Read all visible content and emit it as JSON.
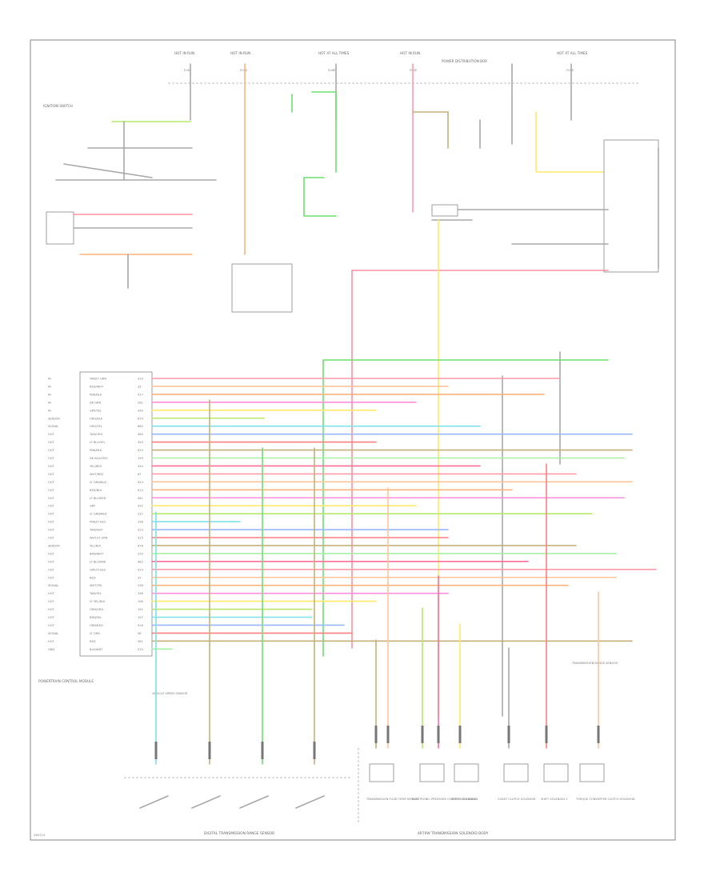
{
  "ecm": {
    "pins": [
      {
        "label": "IN",
        "wire": "TAN/LT GRN",
        "code": "229"
      },
      {
        "label": "IN",
        "wire": "RED/WHT",
        "code": "33"
      },
      {
        "label": "IN",
        "wire": "PNK/BLU",
        "code": "917"
      },
      {
        "label": "IN",
        "wire": "DK GRN",
        "code": "261"
      },
      {
        "label": "IN",
        "wire": "GRY/YEL",
        "code": "349"
      },
      {
        "label": "SENSOR",
        "wire": "ORG/BLK",
        "code": "674"
      },
      {
        "label": "SIGNAL",
        "wire": "ORG/YEL",
        "code": "680"
      },
      {
        "label": "OUT",
        "wire": "TAN/ORG",
        "code": "480"
      },
      {
        "label": "OUT",
        "wire": "LT BLU/YEL",
        "code": "393"
      },
      {
        "label": "OUT",
        "wire": "PNK/BLK",
        "code": "923"
      },
      {
        "label": "OUT",
        "wire": "DK BLU/ORG",
        "code": "199"
      },
      {
        "label": "OUT",
        "wire": "YEL/RED",
        "code": "354"
      },
      {
        "label": "OUT",
        "wire": "WHT/RED",
        "code": "67"
      },
      {
        "label": "OUT",
        "wire": "LT GRN/BLK",
        "code": "924"
      },
      {
        "label": "OUT",
        "wire": "RED/BLK",
        "code": "913"
      },
      {
        "label": "OUT",
        "wire": "LT BLU/RED",
        "code": "361"
      },
      {
        "label": "OUT",
        "wire": "GRY",
        "code": "392"
      },
      {
        "label": "OUT",
        "wire": "LT GRN/RED",
        "code": "237"
      },
      {
        "label": "OUT",
        "wire": "PNK/LT BLU",
        "code": "298"
      },
      {
        "label": "OUT",
        "wire": "TAN/WHT",
        "code": "313"
      },
      {
        "label": "OUT",
        "wire": "WHT/LT GRN",
        "code": "315"
      },
      {
        "label": "SENSOR",
        "wire": "YEL/BLK",
        "code": "676"
      },
      {
        "label": "OUT",
        "wire": "BRN/WHT",
        "code": "259"
      },
      {
        "label": "OUT",
        "wire": "LT BLU/PNK",
        "code": "482"
      },
      {
        "label": "OUT",
        "wire": "GRY/LT BLU",
        "code": "924"
      },
      {
        "label": "OUT",
        "wire": "RED",
        "code": "37"
      },
      {
        "label": "SIGNAL",
        "wire": "WHT/YEL",
        "code": "238"
      },
      {
        "label": "OUT",
        "wire": "TAN/YEL",
        "code": "338"
      },
      {
        "label": "OUT",
        "wire": "LT YEL/BLK",
        "code": "196"
      },
      {
        "label": "OUT",
        "wire": "GRN/ORG",
        "code": "192"
      },
      {
        "label": "OUT",
        "wire": "BRN/YEL",
        "code": "197"
      },
      {
        "label": "OUT",
        "wire": "GRN/RED",
        "code": "916"
      },
      {
        "label": "SIGNAL",
        "wire": "LT GRN",
        "code": "36"
      },
      {
        "label": "OUT",
        "wire": "RED",
        "code": "361"
      },
      {
        "label": "GND",
        "wire": "BLK/WHT",
        "code": "570"
      }
    ]
  },
  "labels": {
    "hot_run_a": "HOT IN RUN",
    "fuse_a": "FUSE",
    "hot_run_b": "HOT IN RUN",
    "fuse_b": "FUSE",
    "hot_at_all_times": "HOT AT ALL TIMES",
    "fuse_c": "FUSE",
    "hot_run_c": "HOT IN RUN",
    "fuse_d": "FUSE",
    "hot_at_all_times_b": "HOT AT ALL TIMES",
    "fuse_e": "FUSE",
    "power_dist_box": "POWER DISTRIBUTION BOX",
    "ignition_switch": "IGNITION SWITCH",
    "powertrain_module": "POWERTRAIN CONTROL MODULE",
    "trans_range_sensor": "TRANSMISSION RANGE SENSOR",
    "vss": "VEHICLE SPEED SENSOR",
    "tcc_solenoid": "TORQUE CONVERTER CLUTCH SOLENOID",
    "shift_solenoid_1": "SHIFT SOLENOID 1",
    "shift_solenoid_2": "SHIFT SOLENOID 2",
    "epc_solenoid": "ELECTRONIC PRESSURE CONTROL SOLENOID",
    "coast_clutch_solenoid": "COAST CLUTCH SOLENOID",
    "trans_fluid_temp": "TRANSMISSION FLUID TEMP SENSOR",
    "bottom_left_caption": "DIGITAL TRANSMISSION RANGE SENSOR",
    "bottom_right_caption": "4R70W TRANSMISSION SOLENOID BODY",
    "page_ref": "G00714"
  }
}
